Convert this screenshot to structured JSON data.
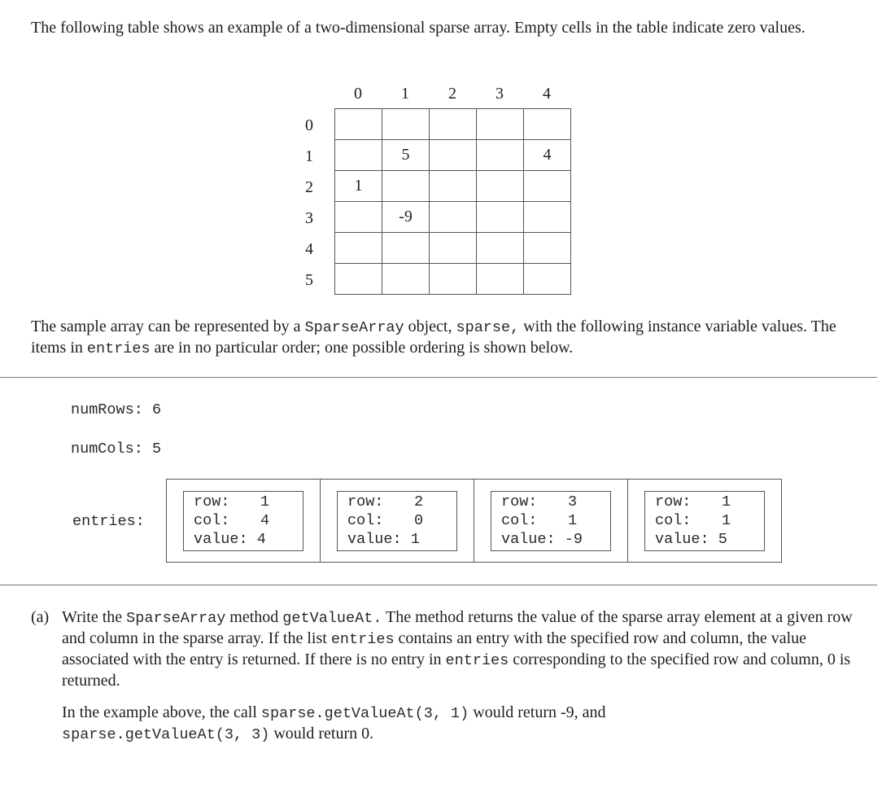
{
  "intro": {
    "text": "The following table shows an example of a two-dimensional sparse array. Empty cells in the table indicate zero values."
  },
  "grid": {
    "col_headers": [
      "0",
      "1",
      "2",
      "3",
      "4"
    ],
    "row_headers": [
      "0",
      "1",
      "2",
      "3",
      "4",
      "5"
    ],
    "cells": [
      [
        "",
        "",
        "",
        "",
        ""
      ],
      [
        "",
        "5",
        "",
        "",
        "4"
      ],
      [
        "1",
        "",
        "",
        "",
        ""
      ],
      [
        "",
        "-9",
        "",
        "",
        ""
      ],
      [
        "",
        "",
        "",
        "",
        ""
      ],
      [
        "",
        "",
        "",
        "",
        ""
      ]
    ]
  },
  "representation": {
    "t1": "The sample array can be represented by a ",
    "code1": "SparseArray",
    "t2": " object, ",
    "code2": "sparse,",
    "t3": " with the following instance variable values. The items in ",
    "code3": "entries",
    "t4": " are in no particular order; one possible ordering is shown below."
  },
  "instance_vars": {
    "num_rows_label": "numRows:",
    "num_rows_value": "6",
    "num_cols_label": "numCols:",
    "num_cols_value": "5",
    "entries_label": "entries:",
    "field_labels": {
      "row": "row:",
      "col": "col:",
      "value": "value:"
    },
    "entries": [
      {
        "row": "1",
        "col": "4",
        "value": "4"
      },
      {
        "row": "2",
        "col": "0",
        "value": "1"
      },
      {
        "row": "3",
        "col": "1",
        "value": "-9"
      },
      {
        "row": "1",
        "col": "1",
        "value": "5"
      }
    ]
  },
  "part_a": {
    "tag": "(a)",
    "p1": {
      "t1": "Write the ",
      "code1": "SparseArray",
      "t2": " method ",
      "code2": "getValueAt.",
      "t3": " The method returns the value of the sparse array element at a given row and column in the sparse array. If the list ",
      "code3": "entries",
      "t4": " contains an entry with the specified row and column, the value associated with the entry is returned. If there is no entry in ",
      "code4": "entries",
      "t5": " corresponding to the specified row and column, 0 is returned."
    },
    "p2": {
      "t1": "In the example above, the call ",
      "code1": "sparse.getValueAt(3, 1)",
      "t2": " would return -9, and",
      "code2": "sparse.getValueAt(3, 3)",
      "t3": " would return 0."
    }
  }
}
